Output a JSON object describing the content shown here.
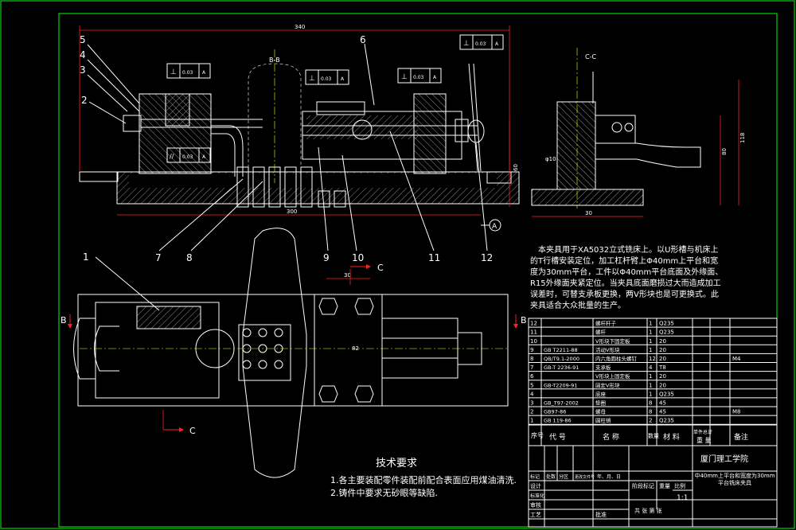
{
  "drawing": {
    "section_bb": "B-B",
    "section_cc": "C-C",
    "dim_overall_top": "340",
    "dim_base_len": "300",
    "dim_height_main": "60",
    "dim_cc_width": "30",
    "dim_cc_height1": "80",
    "dim_cc_height2": "118",
    "dim_plan_top": "30",
    "dim_plan_side": "82",
    "dim_phi": "φ10",
    "dim_r": "R15",
    "datum_a": "A",
    "view_arrow_b": "B",
    "view_arrow_c": "C",
    "tol_box": [
      {
        "sym": "⊥",
        "val": "0.03",
        "ref": "A"
      },
      {
        "sym": "⊥",
        "val": "0.03",
        "ref": "A"
      },
      {
        "sym": "⊥",
        "val": "0.03",
        "ref": "A"
      },
      {
        "sym": "//",
        "val": "0.03",
        "ref": "A"
      },
      {
        "sym": "⊥",
        "val": "0.03",
        "ref": "A"
      }
    ],
    "balloons": [
      "1",
      "2",
      "3",
      "4",
      "5",
      "6",
      "7",
      "8",
      "9",
      "10",
      "11",
      "12"
    ]
  },
  "note": {
    "paragraph_lines": [
      "本夹具用于XA5032立式铣床上。以U形槽与机床上",
      "的T行槽安装定位，加工杠杆臂上Φ40mm上平台和宽",
      "度为30mm平台，工件以Φ40mm平台底面及外缘面、",
      "R15外缘面夹紧定位。当夹具底面磨损过大而造成加工",
      "误差时，可替支承板更换，两V形块也是可更换式。此",
      "夹具适合大众批量的生产。"
    ]
  },
  "tech_req": {
    "title": "技术要求",
    "items": [
      "1.各主要装配零件装配前配合表面应用煤油清洗.",
      "2.铸件中要求无砂眼等缺陷."
    ]
  },
  "bom": {
    "rows": [
      {
        "no": "12",
        "code": "",
        "name": "螺杆杆子",
        "qty": "1",
        "mat": "Q235",
        "note": ""
      },
      {
        "no": "11",
        "code": "",
        "name": "螺杆",
        "qty": "1",
        "mat": "Q235",
        "note": ""
      },
      {
        "no": "10",
        "code": "",
        "name": "V形块下固定板",
        "qty": "1",
        "mat": "20",
        "note": ""
      },
      {
        "no": "9",
        "code": "GB T2211-88",
        "name": "活动V形块",
        "qty": "1",
        "mat": "20",
        "note": ""
      },
      {
        "no": "8",
        "code": "QB/T9.1-2000",
        "name": "内六角圆柱头螺钉",
        "qty": "12",
        "mat": "20",
        "note": "M4"
      },
      {
        "no": "7",
        "code": "GB-T 2236-91",
        "name": "支承板",
        "qty": "4",
        "mat": "T8",
        "note": ""
      },
      {
        "no": "6",
        "code": "",
        "name": "V形块上固定板",
        "qty": "1",
        "mat": "20",
        "note": ""
      },
      {
        "no": "5",
        "code": "GB-T2209-91",
        "name": "固定V形块",
        "qty": "1",
        "mat": "20",
        "note": ""
      },
      {
        "no": "4",
        "code": "",
        "name": "底座",
        "qty": "1",
        "mat": "Q235",
        "note": ""
      },
      {
        "no": "3",
        "code": "GB_T97-2002",
        "name": "垫圈",
        "qty": "8",
        "mat": "45",
        "note": ""
      },
      {
        "no": "2",
        "code": "GB97-86",
        "name": "螺母",
        "qty": "8",
        "mat": "45",
        "note": "M8"
      },
      {
        "no": "1",
        "code": "GB 119-86",
        "name": "圆柱销",
        "qty": "2",
        "mat": "Q235",
        "note": ""
      }
    ],
    "header": {
      "no": "序号",
      "code": "代 号",
      "name": "名 称",
      "qty": "数量",
      "mat": "材 料",
      "unit_wt": "单件总计",
      "wt": "重 量",
      "note": "备注"
    }
  },
  "title_block": {
    "school": "厦门理工学院",
    "part_name": "中40mm上平台和宽度为30mm平台铣床夹具",
    "scale": "1:1",
    "sheet": "共  张  第  张",
    "labels": {
      "mark": "标记",
      "count": "处数",
      "zone": "分区",
      "change_doc": "更改文件号",
      "sign": "签名",
      "date": "年、月、日",
      "design": "设计",
      "std": "标准化",
      "review": "审核",
      "process": "工艺",
      "approve": "批准",
      "stage_mark": "阶段标记",
      "weight": "重量",
      "scale_label": "比例",
      "audit": "审核"
    }
  },
  "colors": {
    "background": "#000000",
    "border": "#00ff00",
    "lines": "#ffffff",
    "centerline": "#ffff00",
    "dimension": "#ff2020",
    "hatch": "#ffffff"
  }
}
